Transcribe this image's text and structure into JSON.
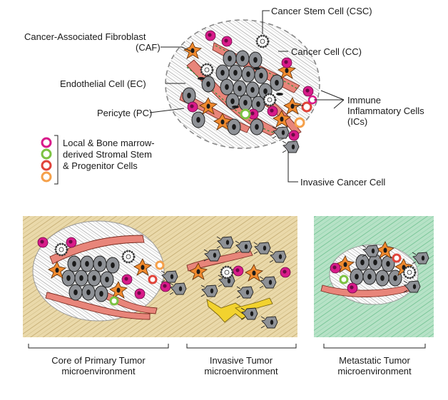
{
  "labels": {
    "csc": "Cancer Stem Cell (CSC)",
    "caf_line1": "Cancer-Associated Fibroblast",
    "caf_line2": "(CAF)",
    "cc": "Cancer Cell (CC)",
    "ec": "Endothelial Cell (EC)",
    "immune_line1": "Immune",
    "immune_line2": "Inflammatory Cells",
    "immune_line3": "(ICs)",
    "pc": "Pericyte (PC)",
    "stromal_line1": "Local & Bone marrow-",
    "stromal_line2": "derived Stromal Stem",
    "stromal_line3": "& Progenitor Cells",
    "invasive": "Invasive Cancer Cell"
  },
  "panels": {
    "core_line1": "Core of Primary Tumor",
    "core_line2": "microenvironment",
    "invasive_line1": "Invasive Tumor",
    "invasive_line2": "microenvironment",
    "metastatic_line1": "Metastatic Tumor",
    "metastatic_line2": "microenvironment"
  },
  "colors": {
    "cancer_cell": "#8e9196",
    "nucleus": "#1a1a1a",
    "caf": "#f08a2e",
    "vessel": "#e8857a",
    "immune": "#d81b8a",
    "stroma_tan": "#e4d3a2",
    "stroma_green": "#a7dbbc",
    "stem_green": "#7cc242",
    "stem_red": "#e0433a",
    "stem_orange": "#f5a04a",
    "fibers_gray": "#9a9a9a",
    "invasive_yellow": "#f2d22e"
  }
}
